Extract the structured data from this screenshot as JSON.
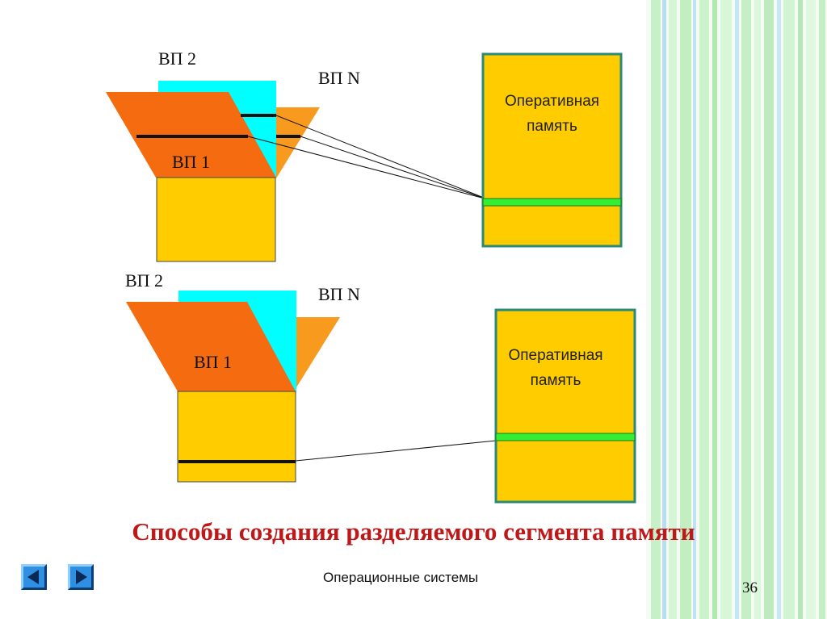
{
  "diagram_top": {
    "label_vp2": "ВП 2",
    "label_vpn": "ВП N",
    "label_vp1": "ВП 1",
    "ram_line1": "Оперативная",
    "ram_line2": "память"
  },
  "diagram_bottom": {
    "label_vp2": "ВП 2",
    "label_vpn": "ВП N",
    "label_vp1": "ВП 1",
    "ram_line1": "Оперативная",
    "ram_line2": "память"
  },
  "title": "Способы создания разделяемого сегмента памяти",
  "footer": {
    "course": "Операционные системы",
    "page_number": "36"
  },
  "colors": {
    "orange": "#f46b10",
    "light_orange": "#f79a1e",
    "cyan": "#00ffff",
    "gold": "#ffcc00",
    "green": "#33ee33",
    "ram_border": "#2a8a78",
    "title": "#c01818"
  },
  "icons": {
    "prev": "triangle-left-icon",
    "next": "triangle-right-icon"
  }
}
